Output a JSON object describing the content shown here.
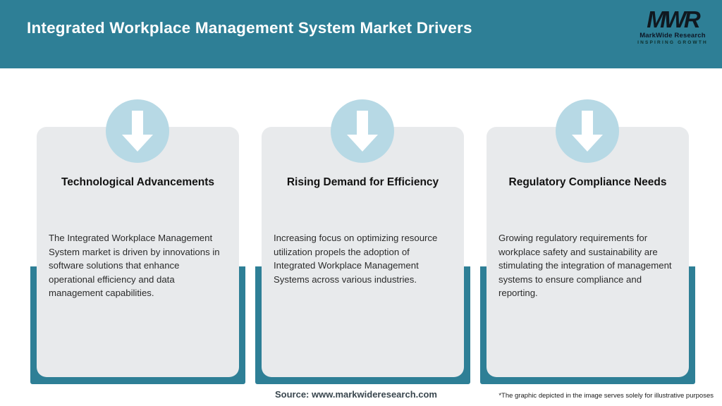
{
  "header": {
    "title": "Integrated Workplace Management System Market Drivers",
    "logo": {
      "acronym": "MWR",
      "name": "MarkWide Research",
      "tagline": "INSPIRING GROWTH"
    }
  },
  "cards": [
    {
      "icon": "down-arrow-icon",
      "title": "Technological Advancements",
      "body": "The Integrated Workplace Management System market is driven by innovations in software solutions that enhance operational efficiency and data management capabilities."
    },
    {
      "icon": "down-arrow-icon",
      "title": "Rising Demand for Efficiency",
      "body": "Increasing focus on optimizing resource utilization propels the adoption of Integrated Workplace Management Systems across various industries."
    },
    {
      "icon": "down-arrow-icon",
      "title": "Regulatory Compliance Needs",
      "body": "Growing regulatory requirements for workplace safety and sustainability are stimulating the integration of management systems to ensure compliance and reporting."
    }
  ],
  "footer": {
    "source": "Source: www.markwideresearch.com",
    "disclaimer": "*The graphic depicted in the image serves solely for illustrative purposes"
  },
  "colors": {
    "teal": "#2e7f96",
    "light_blue_circle": "#b7d9e5",
    "card_background": "#e8eaec",
    "header_text": "#ffffff"
  }
}
